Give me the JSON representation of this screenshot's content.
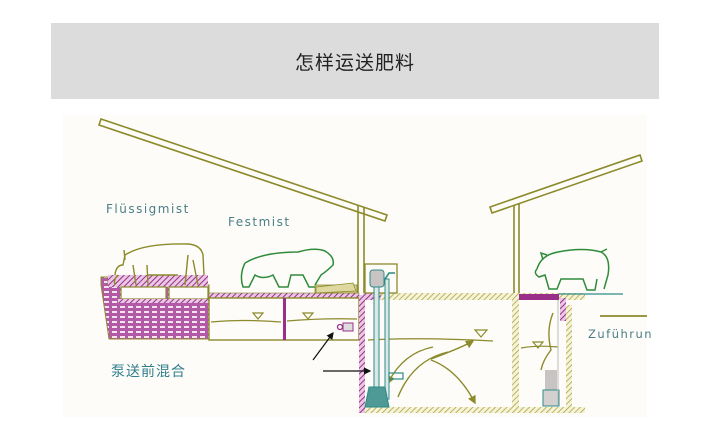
{
  "header": {
    "title": "怎样运送肥料"
  },
  "diagram": {
    "labels": {
      "liquid_manure": "Flüssigmist",
      "solid_manure": "Festmist",
      "pre_pump_mixing": "泵送前混合",
      "feed_in": "Zuführun"
    },
    "colors": {
      "structure": "#8c8a2a",
      "hatch_purple": "#9a2f8a",
      "pump_teal": "#2f8a86",
      "animal_green": "#2e8b3a",
      "label_teal": "#3d7a86",
      "arrow": "#111111",
      "banner_bg": "#dcdcdc",
      "diagram_bg": "#fdfcf8"
    }
  }
}
